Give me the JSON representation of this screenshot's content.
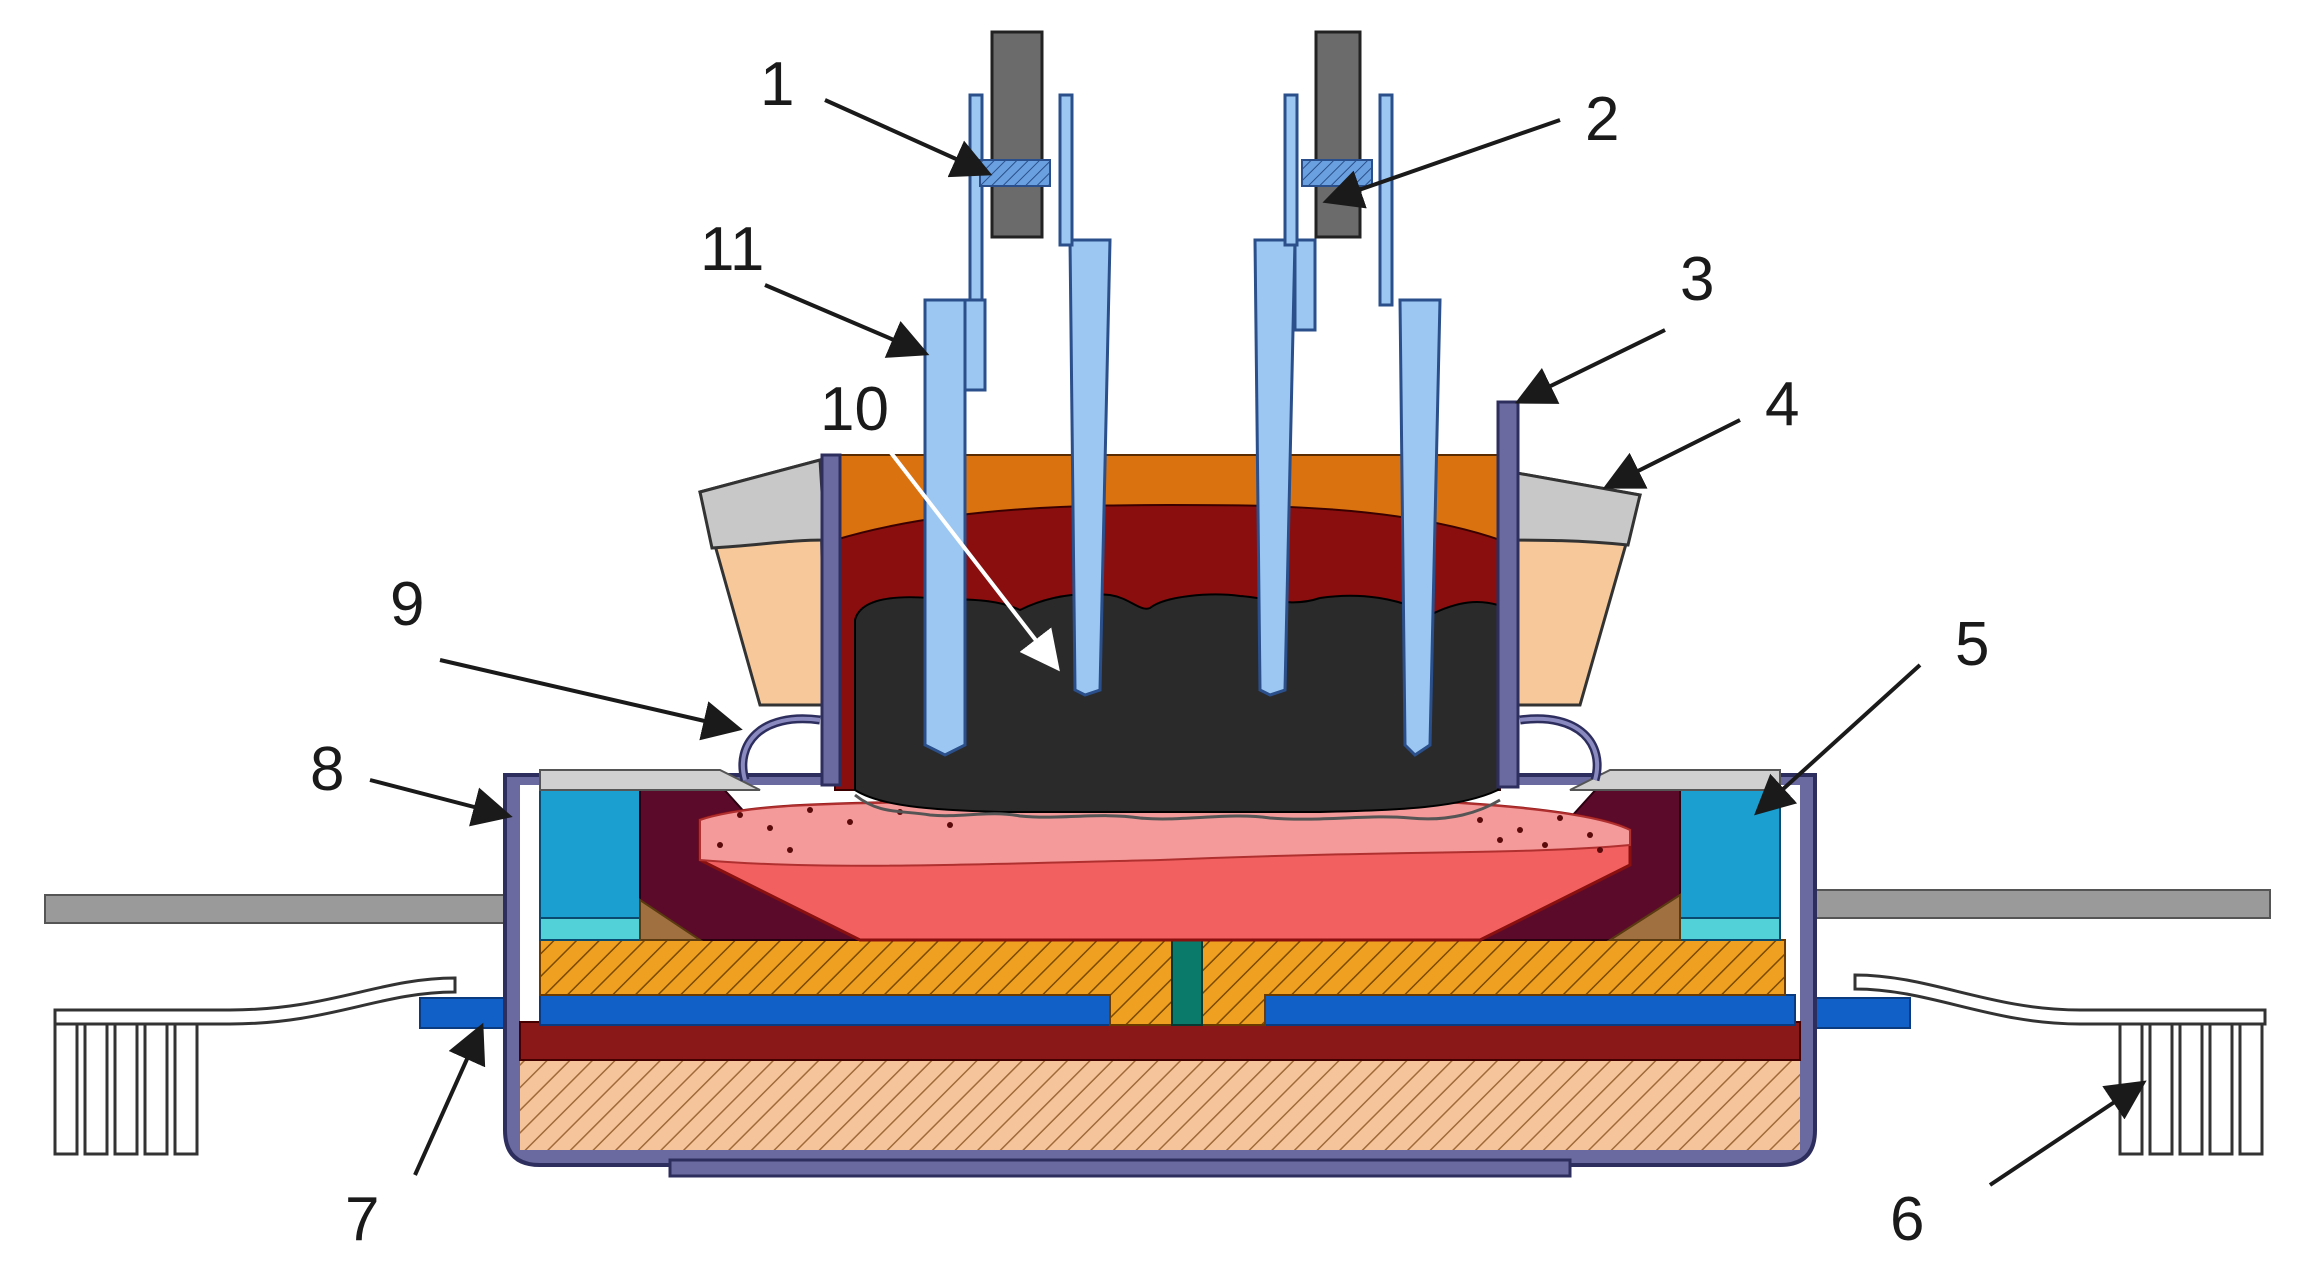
{
  "figure": {
    "callouts": [
      {
        "id": "c1",
        "number": "1"
      },
      {
        "id": "c2",
        "number": "2"
      },
      {
        "id": "c3",
        "number": "3"
      },
      {
        "id": "c4",
        "number": "4"
      },
      {
        "id": "c5",
        "number": "5"
      },
      {
        "id": "c6",
        "number": "6"
      },
      {
        "id": "c7",
        "number": "7"
      },
      {
        "id": "c8",
        "number": "8"
      },
      {
        "id": "c9",
        "number": "9"
      },
      {
        "id": "c10",
        "number": "10"
      },
      {
        "id": "c11",
        "number": "11"
      }
    ]
  },
  "colors": {
    "anode": "#9cc7f2",
    "anode_stroke": "#2a4f8a",
    "rod": "#6b6b6b",
    "crust_orange": "#d9720f",
    "crust_red": "#8a0e0e",
    "charge_black": "#2a2a2a",
    "insulation_peach": "#f7c99a",
    "insulation_gray": "#c8c8c8",
    "casing": "#6a6aa0",
    "casing_stroke": "#2e2e5e",
    "sidewall_block": "#1a9fd0",
    "sidewall_band": "#52d1d8",
    "frozen_ledge": "#5c0a2a",
    "melt": "#f26060",
    "melt_top": "#f59a9a",
    "cathode_orange": "#f0a020",
    "collector_blue": "#1060c8",
    "refractory_red": "#8a1818",
    "base_tan": "#f5c49a",
    "shell_rail": "#9a9a9a",
    "busbar_white": "#ffffff",
    "arrow": "#1a1a1a"
  }
}
